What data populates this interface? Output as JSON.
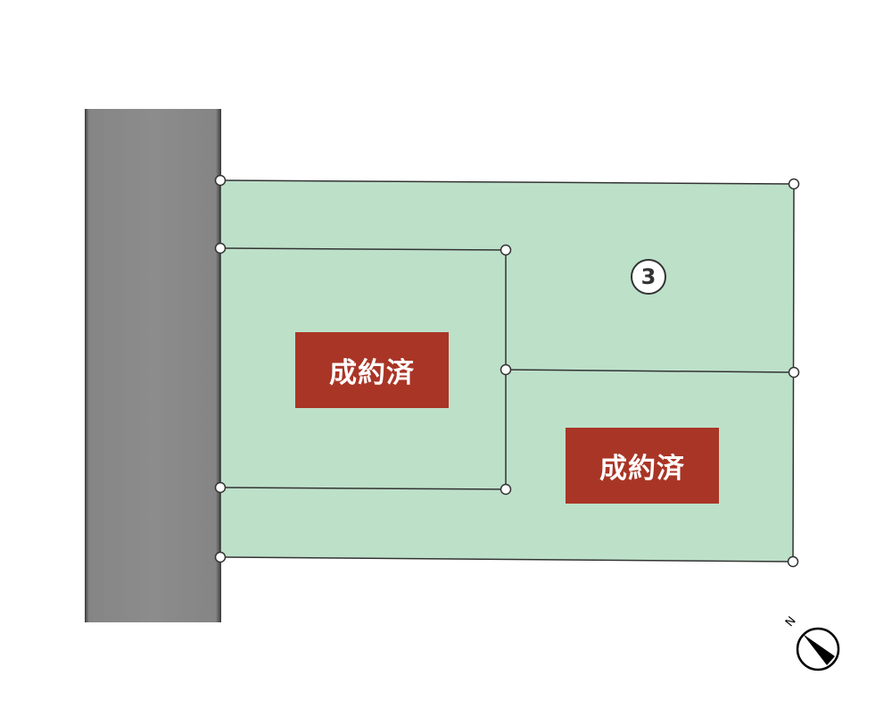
{
  "lots": [
    {
      "status": "成約済"
    },
    {
      "number": "3"
    },
    {
      "status": "成約済"
    }
  ],
  "compass": {
    "label": "N"
  },
  "colors": {
    "road": "#888888",
    "lot": "#bde0c9",
    "sold_badge": "#a93526"
  }
}
